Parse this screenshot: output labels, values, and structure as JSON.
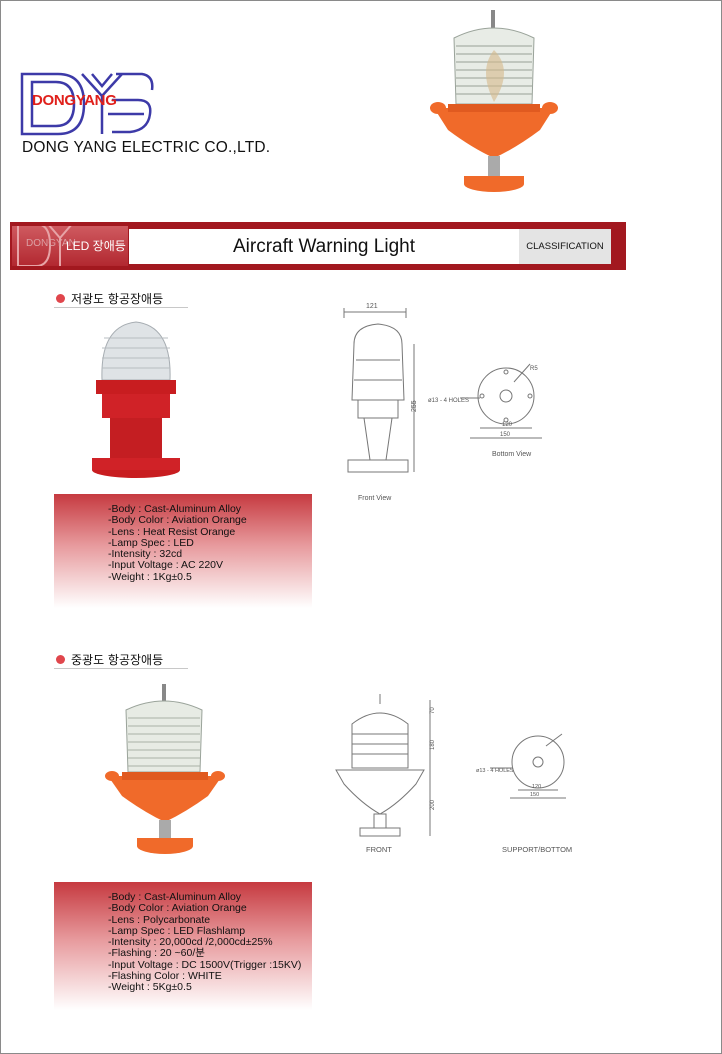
{
  "header": {
    "logo_text": "DONGYANG",
    "company_name": "DONG YANG ELECTRIC CO.,LTD."
  },
  "banner": {
    "left_label": "LED 장애등",
    "left_brand": "DONGYAN",
    "title": "Aircraft Warning Light",
    "classification": "CLASSIFICATION"
  },
  "sections": [
    {
      "title": "저광도 항공장애등",
      "drawing": {
        "dimension_top": "121",
        "dimension_height": "255",
        "holes_label": "ø13 - 4 HOLES",
        "radius_label": "R5",
        "dim_inner": "120",
        "dim_outer": "150",
        "front_label": "Front View",
        "bottom_label": "Bottom View"
      },
      "specs": [
        "-Body : Cast-Aluminum Alloy",
        "-Body Color : Aviation Orange",
        "-Lens : Heat Resist Orange",
        "-Lamp Spec : LED",
        "-Intensity : 32cd",
        "-Input Voltage : AC 220V",
        "-Weight : 1Kg±0.5"
      ]
    },
    {
      "title": "중광도 항공장애등",
      "drawing": {
        "holes_label": "ø13 - 4 HOLES",
        "dim_top": "70",
        "dim_mid": "180",
        "dim_low": "200",
        "dim_inner": "120",
        "dim_outer": "150",
        "front_label": "FRONT",
        "bottom_label": "SUPPORT/BOTTOM"
      },
      "specs": [
        "-Body : Cast-Aluminum Alloy",
        "-Body Color : Aviation Orange",
        "-Lens : Polycarbonate",
        "-Lamp Spec : LED Flashlamp",
        "-Intensity : 20,000cd /2,000cd±25%",
        "-Flashing : 20 ~60/분",
        "-Input Voltage : DC 1500V(Trigger :15KV)",
        "-Flashing Color : WHITE",
        "-Weight : 5Kg±0.5"
      ]
    }
  ],
  "colors": {
    "banner_red": "#a2181f",
    "logo_blue": "#3d3aa8",
    "logo_red": "#e0201b",
    "aviation_orange": "#f06a2a",
    "dot_red": "#e0464c"
  }
}
